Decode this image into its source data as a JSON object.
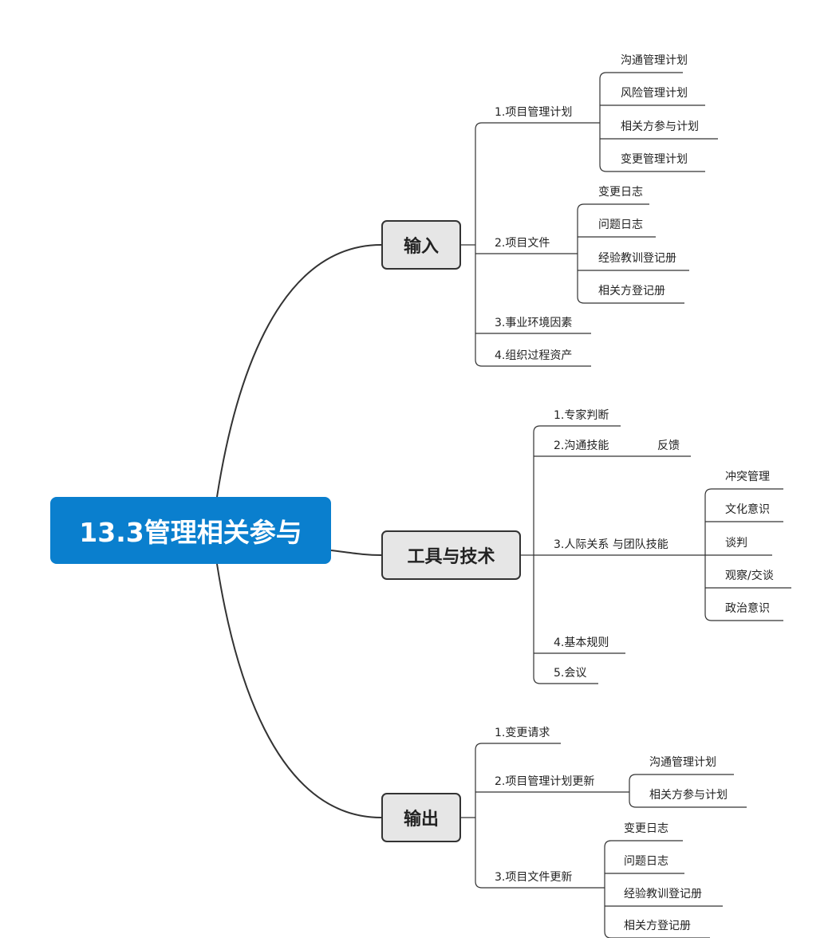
{
  "root": {
    "label": "13.3管理相关参与"
  },
  "branches": [
    {
      "label": "输入",
      "children": [
        {
          "label": "1.项目管理计划",
          "children": [
            "沟通管理计划",
            "风险管理计划",
            "相关方参与计划",
            "变更管理计划"
          ]
        },
        {
          "label": "2.项目文件",
          "children": [
            "变更日志",
            "问题日志",
            "经验教训登记册",
            "相关方登记册"
          ]
        },
        {
          "label": "3.事业环境因素",
          "children": []
        },
        {
          "label": "4.组织过程资产",
          "children": []
        }
      ]
    },
    {
      "label": "工具与技术",
      "children": [
        {
          "label": "1.专家判断",
          "children": []
        },
        {
          "label": "2.沟通技能",
          "children": [
            "反馈"
          ]
        },
        {
          "label": "3.人际关系 与团队技能",
          "children": [
            "冲突管理",
            "文化意识",
            "谈判",
            "观察/交谈",
            "政治意识"
          ]
        },
        {
          "label": "4.基本规则",
          "children": []
        },
        {
          "label": "5.会议",
          "children": []
        }
      ]
    },
    {
      "label": "输出",
      "children": [
        {
          "label": "1.变更请求",
          "children": []
        },
        {
          "label": "2.项目管理计划更新",
          "children": [
            "沟通管理计划",
            "相关方参与计划"
          ]
        },
        {
          "label": "3.项目文件更新",
          "children": [
            "变更日志",
            "问题日志",
            "经验教训登记册",
            "相关方登记册"
          ]
        }
      ]
    }
  ],
  "colors": {
    "root": "#0a7fce",
    "line": "#333333",
    "node_fill": "#e6e6e6"
  }
}
